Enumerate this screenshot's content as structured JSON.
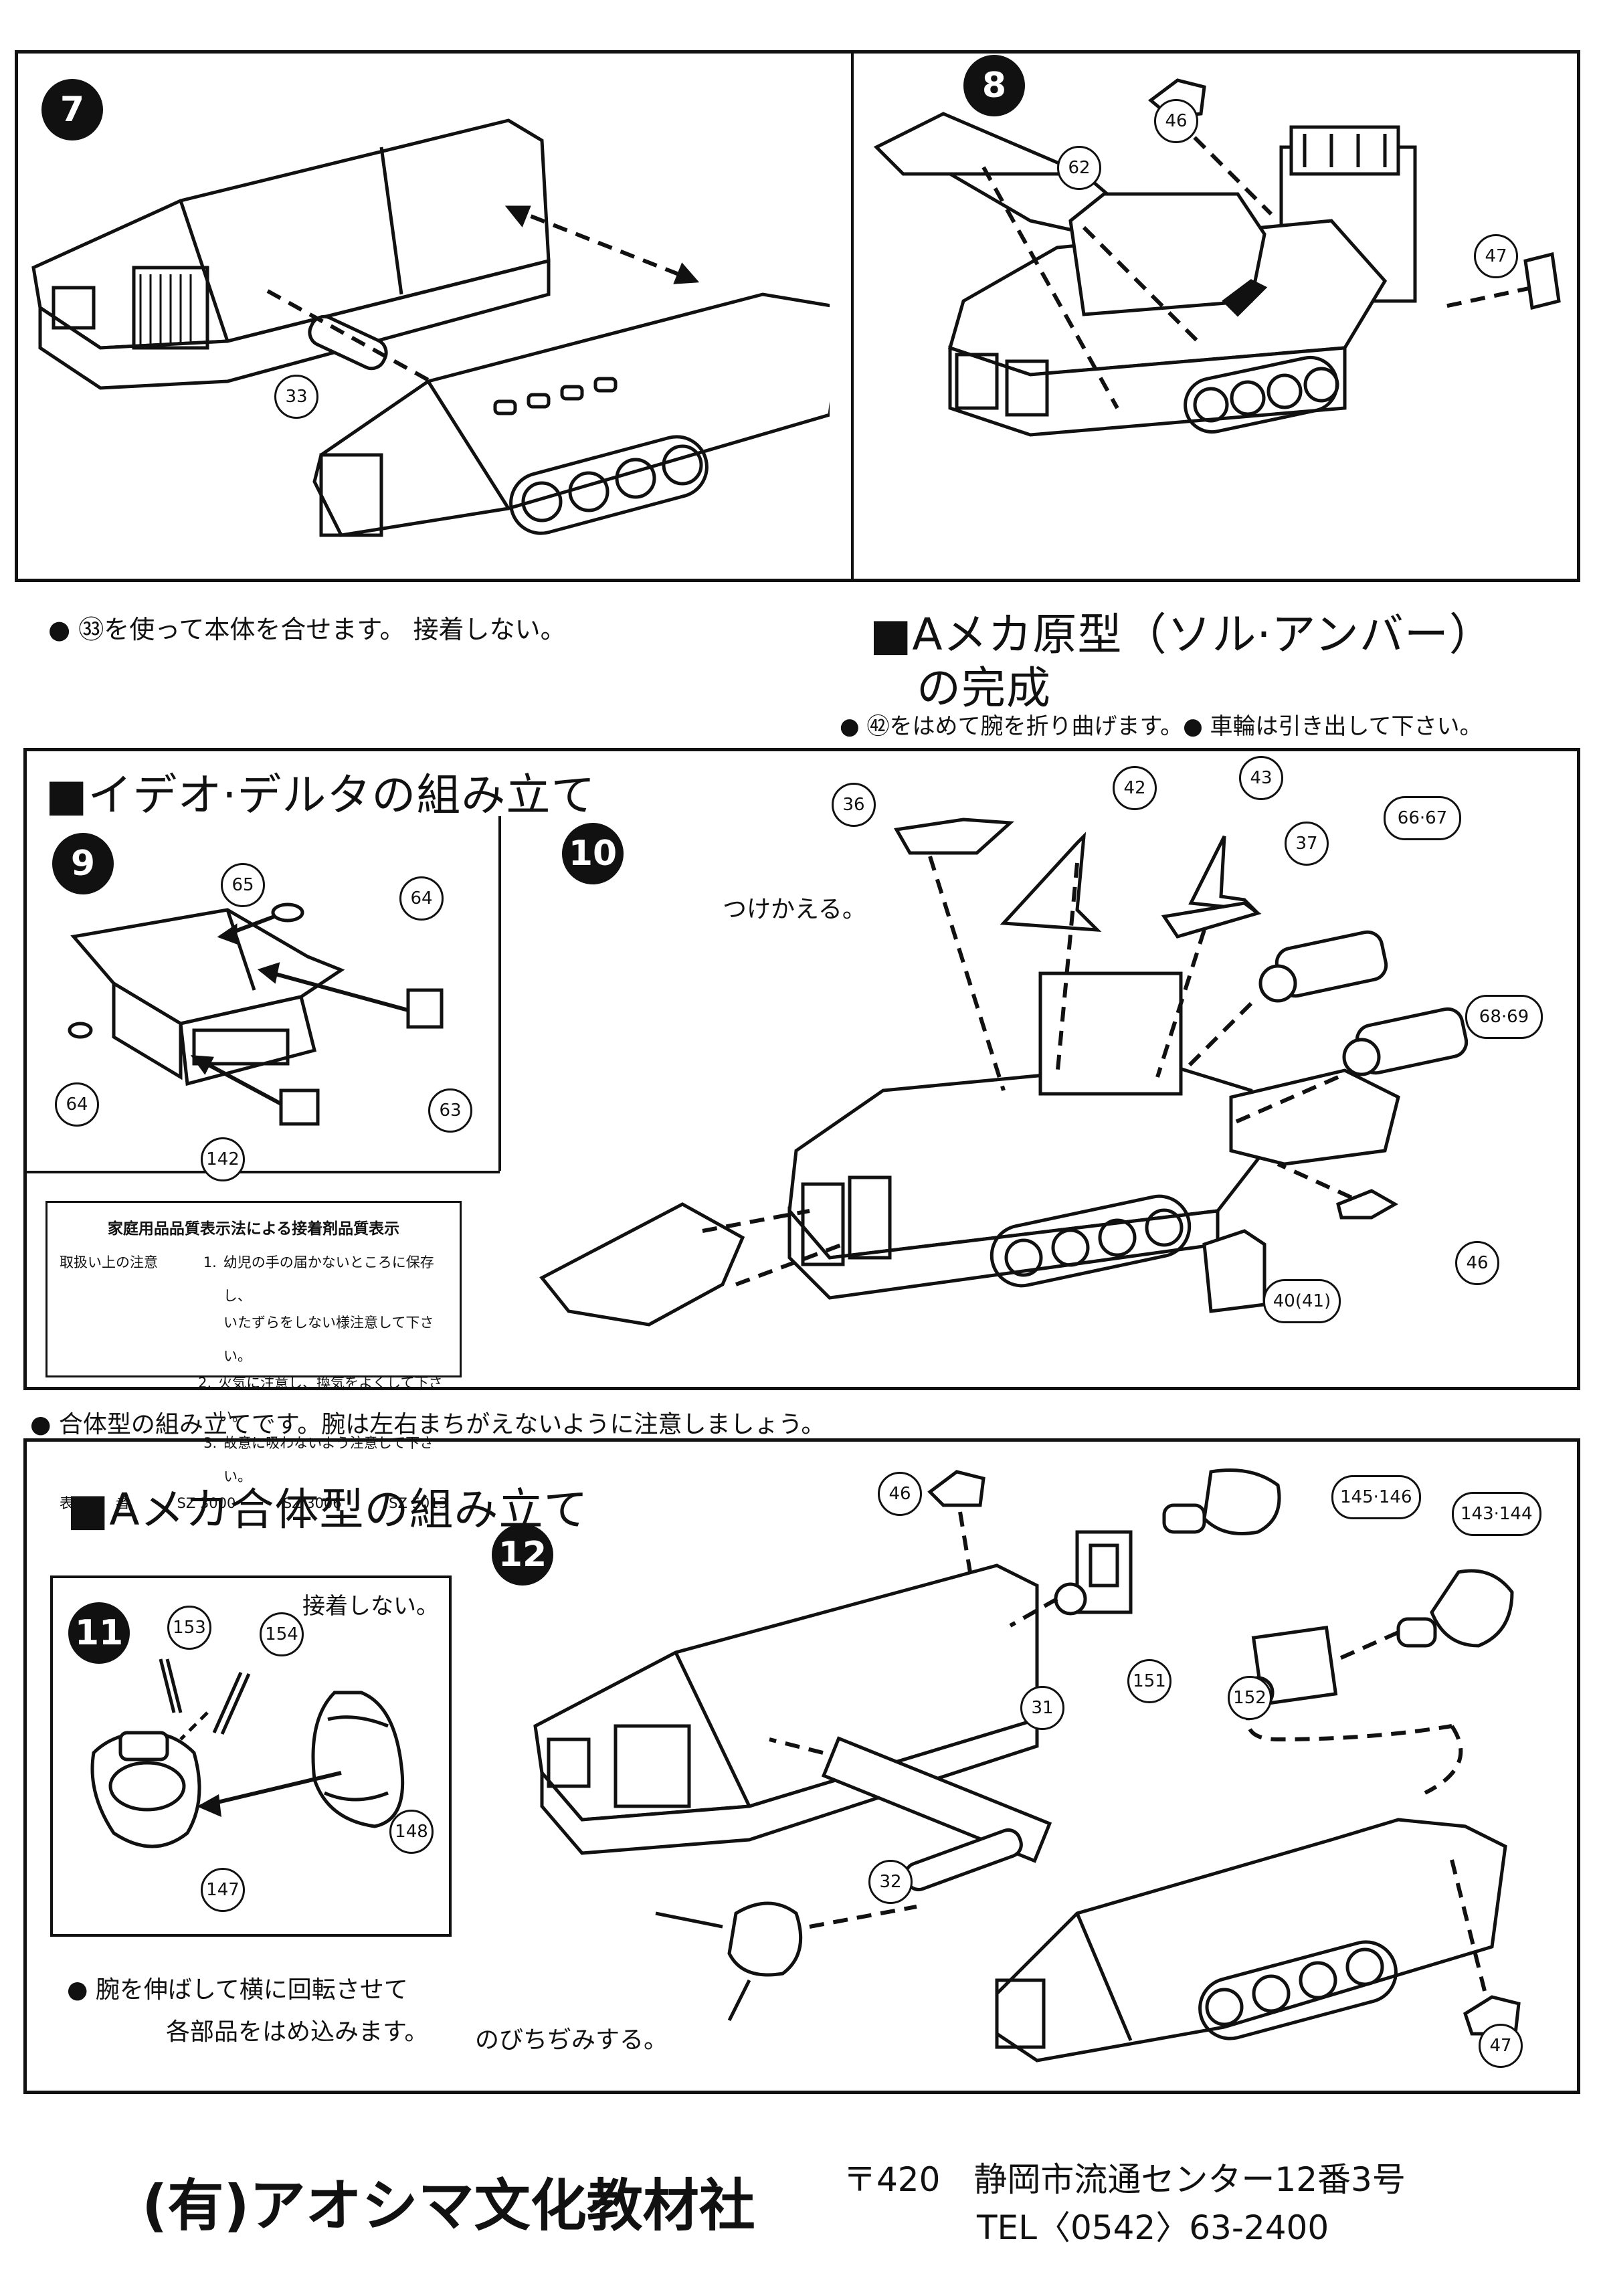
{
  "steps": {
    "s7": "7",
    "s8": "8",
    "s9": "9",
    "s10": "10",
    "s11": "11",
    "s12": "12"
  },
  "parts": {
    "p33": "33",
    "p62": "62",
    "p46a": "46",
    "p47a": "47",
    "p36": "36",
    "p42": "42",
    "p43": "43",
    "p37": "37",
    "p66_67": "66·67",
    "p68_69": "68·69",
    "p65": "65",
    "p64a": "64",
    "p64b": "64",
    "p63": "63",
    "p142": "142",
    "p46b": "46",
    "p40_41": "40(41)",
    "p46c": "46",
    "p145_146": "145·146",
    "p143_144": "143·144",
    "p151": "151",
    "p152": "152",
    "p31": "31",
    "p32": "32",
    "p47b": "47",
    "p153": "153",
    "p154": "154",
    "p148": "148",
    "p147": "147"
  },
  "section1": {
    "note_left": "● ㉝を使って本体を合せます。 接着しない。",
    "heading_line1": "■Aメカ原型（ソル·アンバー）",
    "heading_line2": "の完成",
    "note_right": "● ㊷をはめて腕を折り曲げます。● 車輪は引き出して下さい。"
  },
  "section2": {
    "heading": "■イデオ·デルタの組み立て",
    "tsukekaeru": "つけかえる。",
    "note_bottom": "● 合体型の組み立てです。腕は左右まちがえないように注意しましょう。",
    "caution": {
      "title": "家庭用品品質表示法による接着剤品質表示",
      "label": "取扱い上の注意",
      "items": [
        {
          "index": "1.",
          "text": "幼児の手の届かないところに保存し、"
        },
        {
          "index": "",
          "text": "いたずらをしない様注意して下さい。"
        },
        {
          "index": "2.",
          "text": "火気に注意し、換気をよくして下さい。"
        },
        {
          "index": "3.",
          "text": "故意に吸わないよう注意して下さい。"
        }
      ],
      "displayer_label": "表　示　者",
      "codes": [
        "SZ 3000",
        "SZ 3006",
        "SZ 5013"
      ]
    }
  },
  "section3": {
    "heading": "■Aメカ合体型の組み立て",
    "no_glue": "接着しない。",
    "note_line1": "● 腕を伸ばして横に回転させて",
    "note_line2": "各部品をはめ込みます。",
    "nobichijimi": "のびちぢみする。"
  },
  "footer": {
    "company": "(有)アオシマ文化教材社",
    "address": "〒420　静岡市流通センター12番3号",
    "tel": "TEL〈0542〉63-2400"
  }
}
